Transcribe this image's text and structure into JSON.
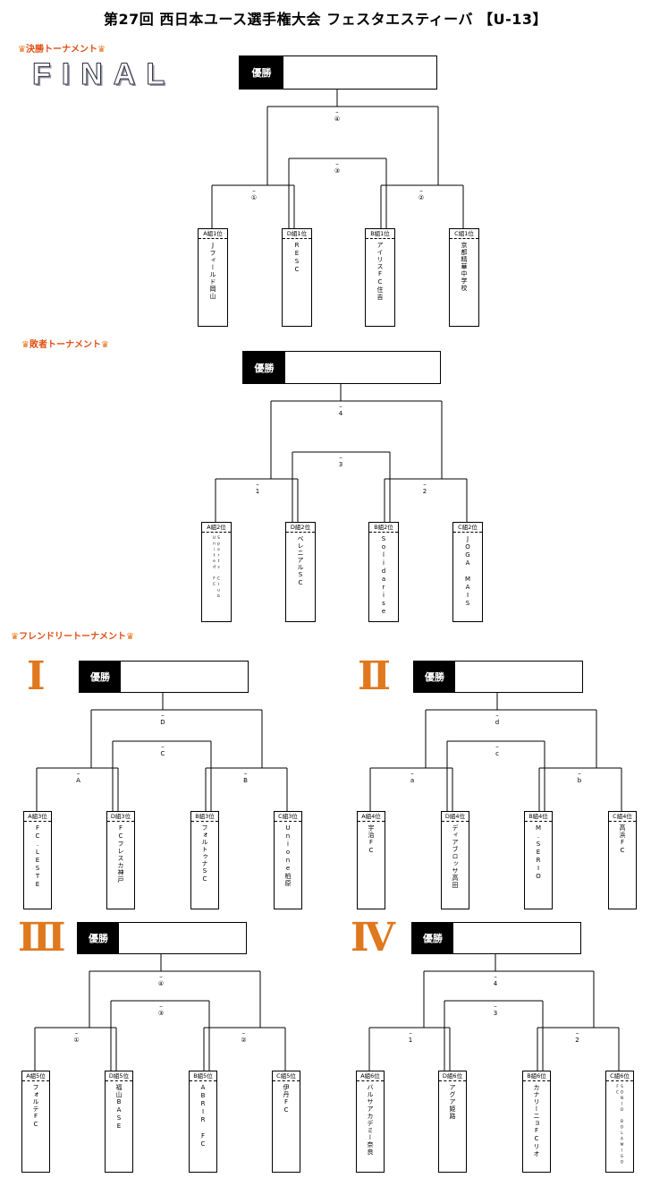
{
  "title": "第27回 西日本ユース選手権大会 フェスタエスティーバ 【U-13】",
  "winner_label": "優勝",
  "sections": {
    "final": "決勝トーナメント",
    "losers": "敗者トーナメント",
    "friendly": "フレンドリートーナメント"
  },
  "final_logo": "FINAL",
  "romans": [
    "Ⅰ",
    "Ⅱ",
    "Ⅲ",
    "Ⅳ"
  ],
  "brackets": [
    {
      "id": "final",
      "marks": {
        "top": "④",
        "mid": "③",
        "left": "①",
        "right": "②"
      },
      "teams": [
        {
          "tag": "A組1位",
          "name": "Jフィールド岡山"
        },
        {
          "tag": "D組1位",
          "name": "RESC"
        },
        {
          "tag": "B組1位",
          "name": "アイリスFC住吉"
        },
        {
          "tag": "C組1位",
          "name": "京都精華中学校"
        }
      ]
    },
    {
      "id": "losers",
      "marks": {
        "top": "4",
        "mid": "3",
        "left": "1",
        "right": "2"
      },
      "teams": [
        {
          "tag": "A組2位",
          "name": "Sports Club United FC"
        },
        {
          "tag": "D組2位",
          "name": "ベレニアルSC"
        },
        {
          "tag": "B組2位",
          "name": "Solidarise"
        },
        {
          "tag": "C組2位",
          "name": "JOGA MAIS"
        }
      ]
    },
    {
      "id": "friendly-1",
      "marks": {
        "top": "D",
        "mid": "C",
        "left": "A",
        "right": "B"
      },
      "teams": [
        {
          "tag": "A組3位",
          "name": "FC.LESTE"
        },
        {
          "tag": "D組3位",
          "name": "FCフレスカ神戸"
        },
        {
          "tag": "B組3位",
          "name": "フォルトゥナSC"
        },
        {
          "tag": "C組3位",
          "name": "Unione柏原"
        }
      ]
    },
    {
      "id": "friendly-2",
      "marks": {
        "top": "d",
        "mid": "c",
        "left": "a",
        "right": "b"
      },
      "teams": [
        {
          "tag": "A組4位",
          "name": "宇治FC"
        },
        {
          "tag": "D組4位",
          "name": "ディアブロッサ高田"
        },
        {
          "tag": "B組4位",
          "name": "M.SERIO"
        },
        {
          "tag": "C組4位",
          "name": "高浜FC"
        }
      ]
    },
    {
      "id": "friendly-3",
      "marks": {
        "top": "④",
        "mid": "③",
        "left": "①",
        "right": "②"
      },
      "teams": [
        {
          "tag": "A組5位",
          "name": "フォルテFC"
        },
        {
          "tag": "D組5位",
          "name": "福山BASE"
        },
        {
          "tag": "B組5位",
          "name": "ABRIR FC"
        },
        {
          "tag": "C組5位",
          "name": "伊丹FC"
        }
      ]
    },
    {
      "id": "friendly-4",
      "marks": {
        "top": "4",
        "mid": "3",
        "left": "1",
        "right": "2"
      },
      "teams": [
        {
          "tag": "A組6位",
          "name": "バルサアカデミー奈良"
        },
        {
          "tag": "D組6位",
          "name": "アグア姫路"
        },
        {
          "tag": "B組6位",
          "name": "カナリーニョFCリオ"
        },
        {
          "tag": "C組6位",
          "name": "SONIO BOLAMIGO FC"
        }
      ]
    }
  ]
}
